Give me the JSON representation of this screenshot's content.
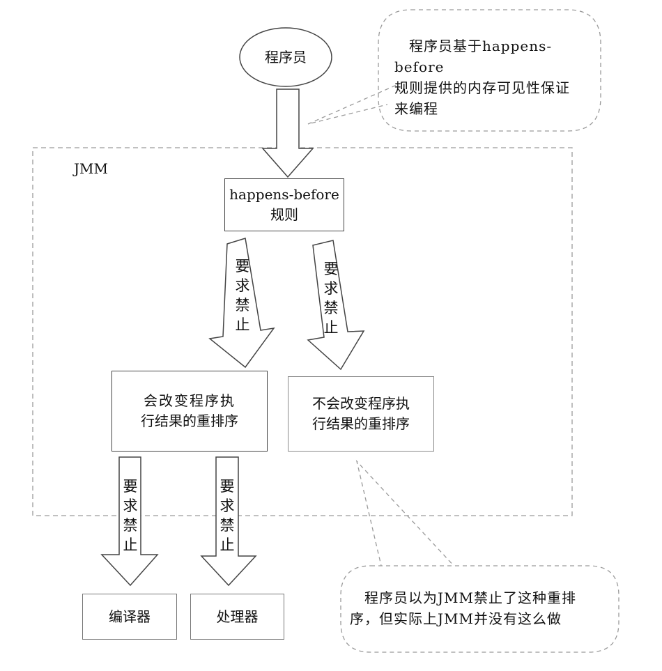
{
  "programmer": {
    "label": "程序员"
  },
  "callout_top": {
    "lines": [
      "　程序员基于happens-before",
      "规则提供的内存可见性保证",
      "来编程"
    ]
  },
  "jmm": {
    "label": "JMM"
  },
  "hb_rules": {
    "line1": "happens-before",
    "line2": "规则"
  },
  "arrow_text": [
    "要",
    "求",
    "禁",
    "止"
  ],
  "reorder_change": {
    "line1": "会改变程序执",
    "line2": "行结果的重排序"
  },
  "reorder_nochange": {
    "line1": "不会改变程序执",
    "line2": "行结果的重排序"
  },
  "compiler": {
    "label": "编译器"
  },
  "processor": {
    "label": "处理器"
  },
  "callout_bottom": {
    "lines": [
      "　程序员以为JMM禁止了这种重排",
      "序，但实际上JMM并没有这么做"
    ]
  }
}
